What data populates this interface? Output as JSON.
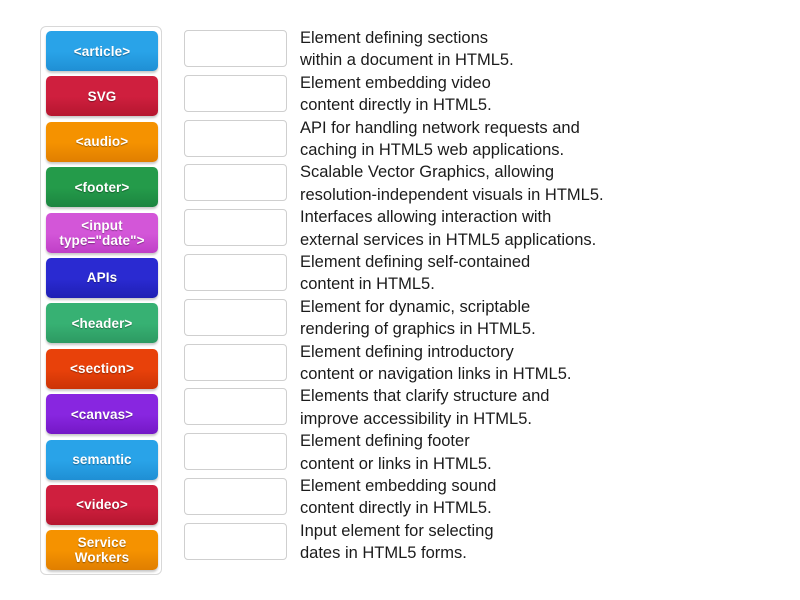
{
  "tiles": [
    {
      "label": "<article>",
      "color": "#29a3e8",
      "color_dark": "#1f8fd4"
    },
    {
      "label": "SVG",
      "color": "#cf1f3e",
      "color_dark": "#b5162f"
    },
    {
      "label": "<audio>",
      "color": "#f59200",
      "color_dark": "#e07f00"
    },
    {
      "label": "<footer>",
      "color": "#249b4a",
      "color_dark": "#1c8540"
    },
    {
      "label": "<input\ntype=\"date\">",
      "color": "#d356d8",
      "color_dark": "#c03fc7"
    },
    {
      "label": "APIs",
      "color": "#2a2ad1",
      "color_dark": "#1f1fb4"
    },
    {
      "label": "<header>",
      "color": "#37b173",
      "color_dark": "#2d9a62"
    },
    {
      "label": "<section>",
      "color": "#e8410a",
      "color_dark": "#cc3406"
    },
    {
      "label": "<canvas>",
      "color": "#8826e0",
      "color_dark": "#7418c6"
    },
    {
      "label": "semantic",
      "color": "#29a3e8",
      "color_dark": "#1f8fd4"
    },
    {
      "label": "<video>",
      "color": "#cf1f3e",
      "color_dark": "#b5162f"
    },
    {
      "label": "Service\nWorkers",
      "color": "#f59200",
      "color_dark": "#e07f00"
    }
  ],
  "rows": [
    {
      "description": "Element defining sections\nwithin a document in HTML5.",
      "answer": ""
    },
    {
      "description": "Element embedding video\ncontent directly in HTML5.",
      "answer": ""
    },
    {
      "description": "API for handling network requests and\ncaching in HTML5 web applications.",
      "answer": ""
    },
    {
      "description": "Scalable Vector Graphics, allowing\nresolution-independent visuals in HTML5.",
      "answer": ""
    },
    {
      "description": "Interfaces allowing interaction with\nexternal services in HTML5 applications.",
      "answer": ""
    },
    {
      "description": "Element defining self-contained\ncontent in HTML5.",
      "answer": ""
    },
    {
      "description": "Element for dynamic, scriptable\nrendering of graphics in HTML5.",
      "answer": ""
    },
    {
      "description": "Element defining introductory\ncontent or navigation links in HTML5.",
      "answer": ""
    },
    {
      "description": "Elements that clarify structure and\nimprove accessibility in HTML5.",
      "answer": ""
    },
    {
      "description": "Element defining footer\ncontent or links in HTML5.",
      "answer": ""
    },
    {
      "description": "Element embedding sound\ncontent directly in HTML5.",
      "answer": ""
    },
    {
      "description": "Input element for selecting\ndates in HTML5 forms.",
      "answer": ""
    }
  ],
  "theme": {
    "page_background": "#ffffff",
    "text_color": "#1b1b1b",
    "dropbox_border": "#cfcfcf",
    "bank_border": "#d8d8d8"
  }
}
